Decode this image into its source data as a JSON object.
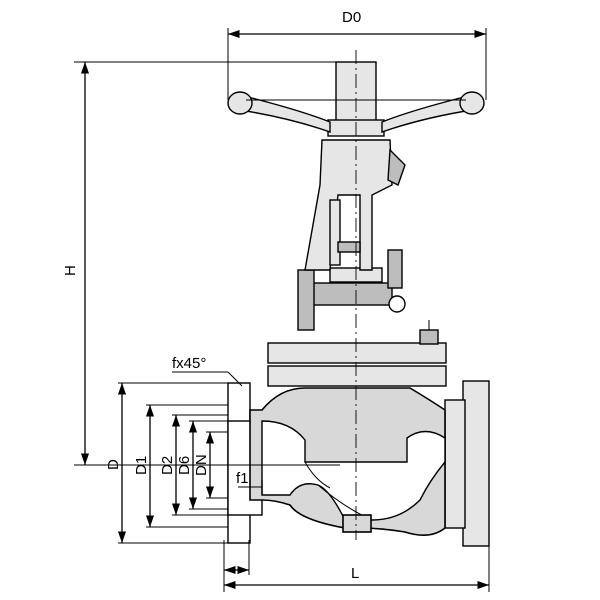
{
  "labels": {
    "d0": "D0",
    "h": "H",
    "d": "D",
    "d1": "D1",
    "d2": "D2",
    "d6": "D6",
    "dn": "DN",
    "f1": "f1",
    "fx45": "fx45°",
    "l": "L"
  }
}
